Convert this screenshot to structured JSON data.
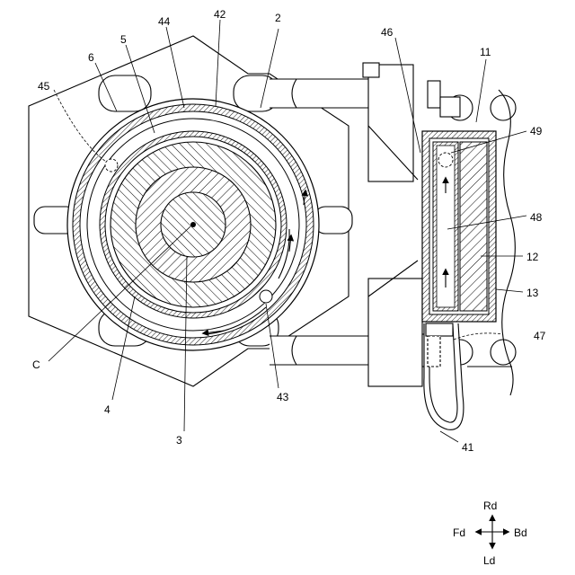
{
  "labels": {
    "l2": "2",
    "l3": "3",
    "l4": "4",
    "l5": "5",
    "l6": "6",
    "l11": "11",
    "l12": "12",
    "l13": "13",
    "l41": "41",
    "l42": "42",
    "l43": "43",
    "l44": "44",
    "l45": "45",
    "l46": "46",
    "l47": "47",
    "l48": "48",
    "l49": "49",
    "lC": "C"
  },
  "directions": {
    "up": "Rd",
    "down": "Ld",
    "left": "Fd",
    "right": "Bd"
  }
}
